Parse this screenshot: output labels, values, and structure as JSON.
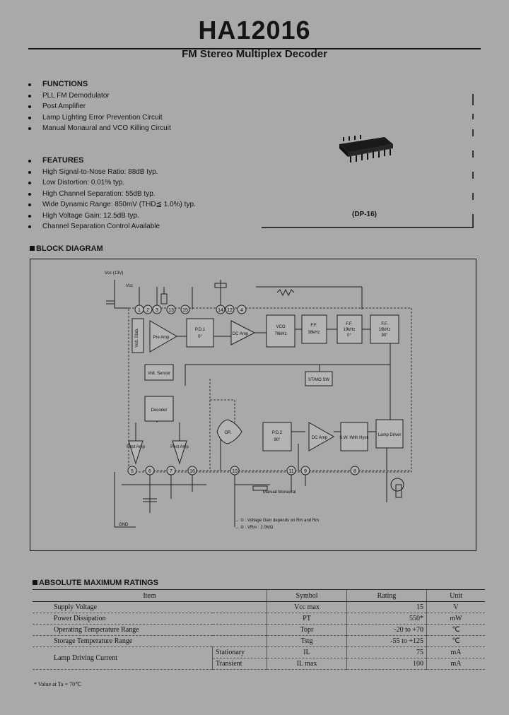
{
  "header": {
    "part_number": "HA12016",
    "subtitle": "FM Stereo Multiplex Decoder"
  },
  "functions": {
    "heading": "FUNCTIONS",
    "items": [
      "PLL FM Demodulator",
      "Post Amplifier",
      "Lamp Lighting Error Prevention Circuit",
      "Manual Monaural and VCO Killing Circuit"
    ]
  },
  "features": {
    "heading": "FEATURES",
    "items": [
      "High Signal-to-Nose Ratio: 88dB typ.",
      "Low Distortion: 0.01% typ.",
      "High Channel Separation: 55dB typ.",
      "Wide Dynamic Range: 850mV (THD≦ 1.0%) typ.",
      "High Voltage Gain: 12.5dB typ.",
      "Channel Separation Control Available"
    ]
  },
  "package": {
    "label": "(DP-16)"
  },
  "block_diagram": {
    "heading": "BLOCK DIAGRAM",
    "blocks": {
      "pre_amp": "Pre Amp",
      "volt_stab": "Volt. Stab.",
      "pd1": "P.D.1",
      "pd1_phase": "0°",
      "dc_amp1": "DC Amp",
      "vco": "VCO",
      "vco_freq": "76kHz",
      "ff1": "F.F.",
      "ff1_freq": "38kHz",
      "ff2": "F.F.",
      "ff2_freq": "19kHz",
      "ff2_phase": "0°",
      "ff3": "F.F.",
      "ff3_freq": "19kHz",
      "ff3_phase": "90°",
      "stereo_sw": "ST/MO SW",
      "volt_sensor": "Volt. Sensor",
      "decoder": "Decoder",
      "post_amp_l": "Post Amp",
      "post_amp_r": "Post Amp",
      "pd2": "P.D.2",
      "pd2_phase": "90°",
      "dc_amp2": "DC Amp",
      "sw_hyst": "S.W. With Hyst.",
      "lamp_driver": "Lamp Driver",
      "or_gate": "OR"
    },
    "pins": [
      "1",
      "2",
      "3",
      "13",
      "15",
      "14",
      "12",
      "4",
      "5",
      "6",
      "7",
      "16",
      "10",
      "11",
      "9",
      "8"
    ],
    "labels": {
      "vcc": "Vcc (13V)",
      "vcc_short": "Vcc",
      "manual_mono": "Manual Monaural",
      "note1": "→ ① : Voltage Gain depends on Rm and Rm",
      "note2": "→ ② : VRm : 2.0MΩ",
      "gnd": "GND"
    }
  },
  "ratings": {
    "heading": "ABSOLUTE MAXIMUM RATINGS",
    "columns": [
      "Item",
      "Symbol",
      "Rating",
      "Unit"
    ],
    "rows": [
      {
        "item": "Supply Voltage",
        "sub": "",
        "symbol": "Vcc max",
        "rating": "15",
        "unit": "V"
      },
      {
        "item": "Power Dissipation",
        "sub": "",
        "symbol": "PT",
        "rating": "550*",
        "unit": "mW"
      },
      {
        "item": "Operating Temperature Range",
        "sub": "",
        "symbol": "Topr",
        "rating": "-20 to +70",
        "unit": "℃"
      },
      {
        "item": "Storage Temperature Range",
        "sub": "",
        "symbol": "Tstg",
        "rating": "-55 to +125",
        "unit": "℃"
      },
      {
        "item": "Lamp Driving Current",
        "sub": "Stationary",
        "symbol": "IL",
        "rating": "75",
        "unit": "mA"
      },
      {
        "item": "",
        "sub": "Transient",
        "symbol": "IL max",
        "rating": "100",
        "unit": "mA"
      }
    ],
    "footnote": "* Value at  Ta = 70℃"
  }
}
